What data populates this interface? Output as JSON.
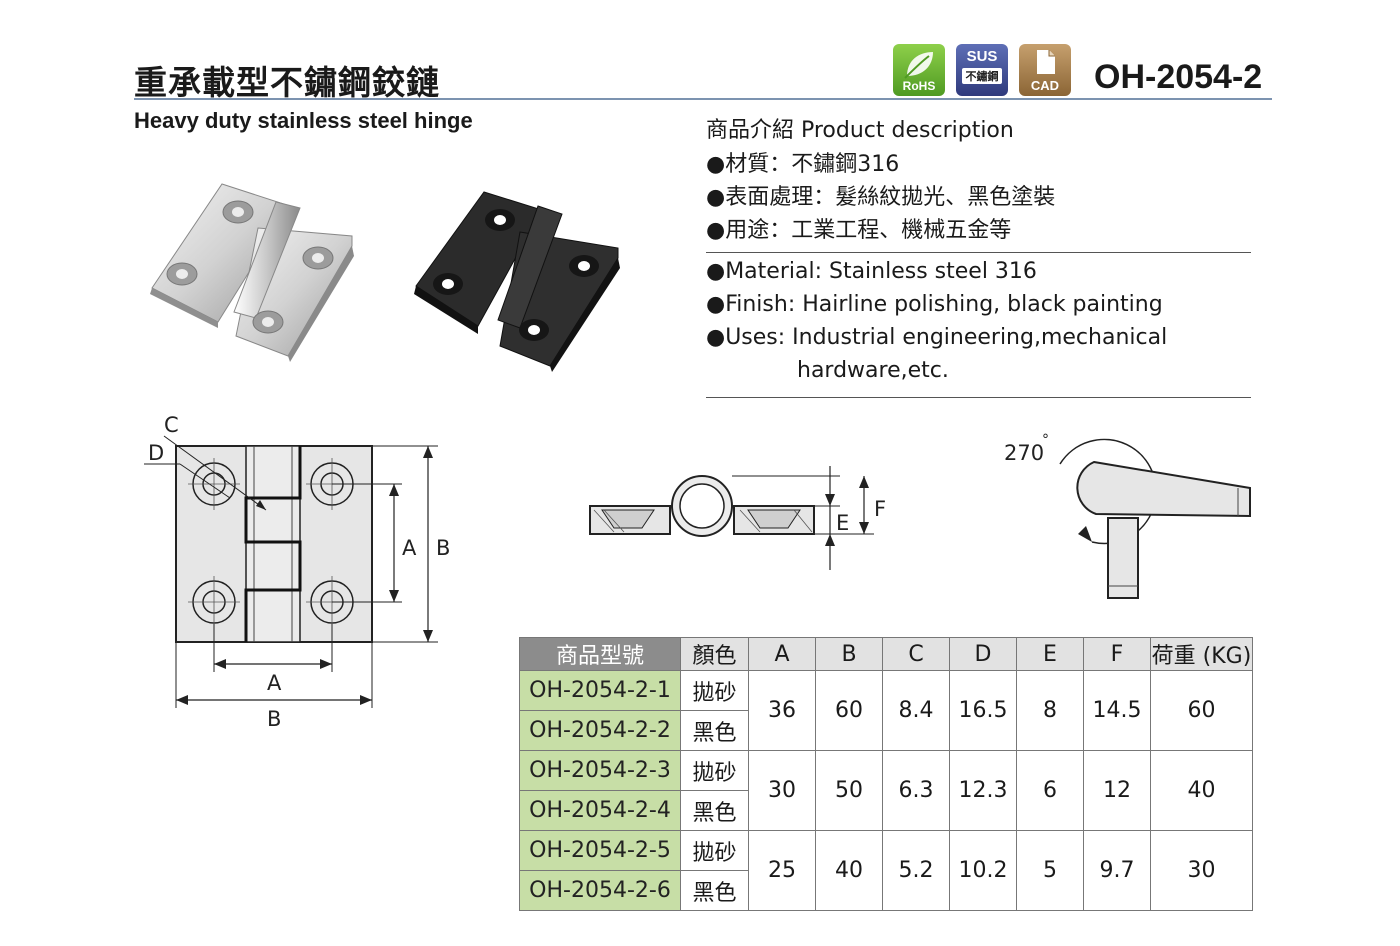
{
  "header": {
    "title_zh": "重承載型不鏽鋼鉸鏈",
    "title_en": "Heavy duty stainless steel hinge",
    "model_code": "OH-2054-2",
    "badges": {
      "rohs": "RoHS",
      "sus": "SUS",
      "sus_sub": "不鏽鋼",
      "cad": "CAD"
    }
  },
  "description": {
    "heading": "商品介紹 Product description",
    "zh_lines": [
      "●材質：不鏽鋼316",
      "●表面處理：髮絲紋拋光、黑色塗裝",
      "●用途：工業工程、機械五金等"
    ],
    "en_lines": [
      "●Material: Stainless steel 316",
      "●Finish: Hairline polishing, black painting",
      "●Uses: Industrial engineering,mechanical",
      "hardware,etc."
    ]
  },
  "drawing": {
    "labels": {
      "a": "A",
      "b": "B",
      "c": "C",
      "d": "D",
      "e": "E",
      "f": "F"
    },
    "angle": "270",
    "degree": "°"
  },
  "table": {
    "headers": [
      "商品型號",
      "顏色",
      "A",
      "B",
      "C",
      "D",
      "E",
      "F",
      "荷重 (KG)"
    ],
    "rows": [
      {
        "model": "OH-2054-2-1",
        "color": "拋砂"
      },
      {
        "model": "OH-2054-2-2",
        "color": "黑色"
      },
      {
        "model": "OH-2054-2-3",
        "color": "拋砂"
      },
      {
        "model": "OH-2054-2-4",
        "color": "黑色"
      },
      {
        "model": "OH-2054-2-5",
        "color": "拋砂"
      },
      {
        "model": "OH-2054-2-6",
        "color": "黑色"
      }
    ],
    "groups": [
      {
        "a": "36",
        "b": "60",
        "c": "8.4",
        "d": "16.5",
        "e": "8",
        "f": "14.5",
        "load": "60"
      },
      {
        "a": "30",
        "b": "50",
        "c": "6.3",
        "d": "12.3",
        "e": "6",
        "f": "12",
        "load": "40"
      },
      {
        "a": "25",
        "b": "40",
        "c": "5.2",
        "d": "10.2",
        "e": "5",
        "f": "9.7",
        "load": "30"
      }
    ]
  },
  "colors": {
    "model_cell": "#c7dea6",
    "header_model": "#8c8c8c",
    "header_cell": "#e2e2e2",
    "title_rule": "#7c93b0"
  }
}
